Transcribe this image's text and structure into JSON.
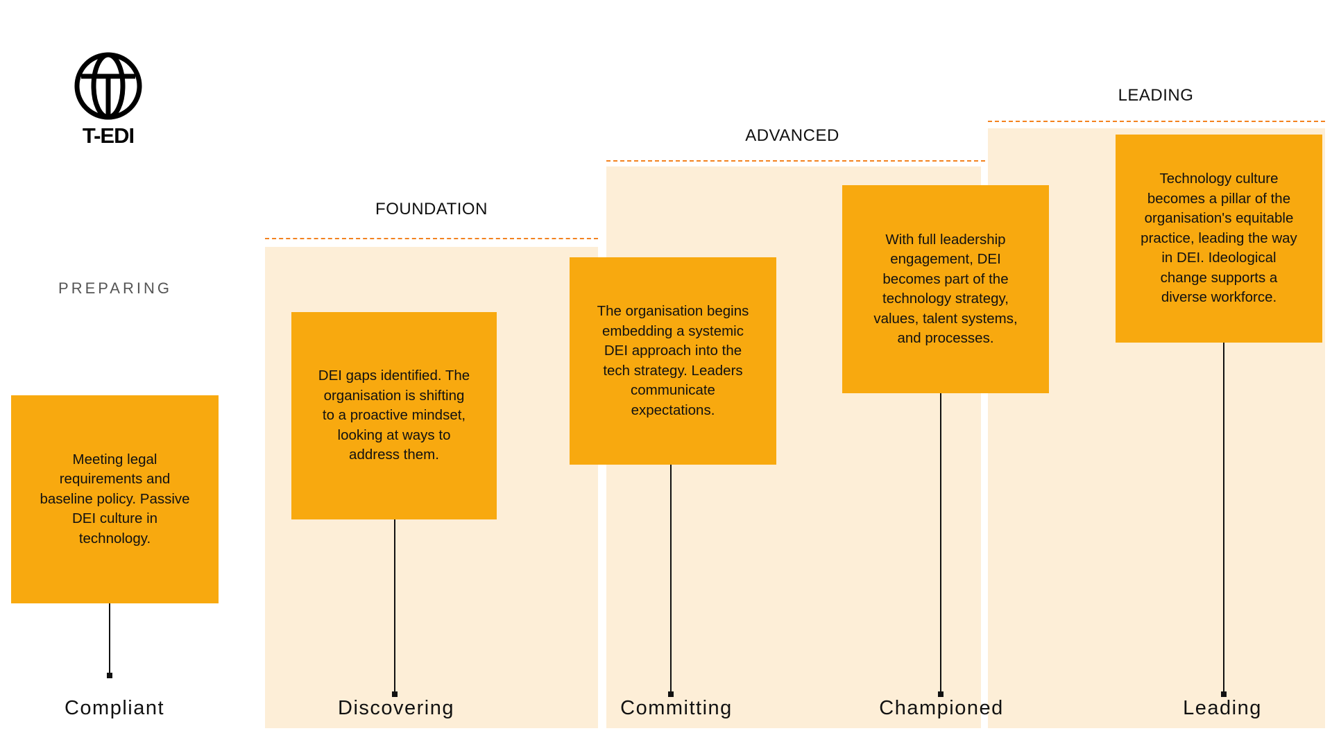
{
  "logo": {
    "text": "T-EDI",
    "icon": "globe-icon"
  },
  "colors": {
    "box": "#F8A90F",
    "phase_bg": "#FDEED7",
    "dash": "#F3821F"
  },
  "phases": {
    "preparing": "PREPARING",
    "foundation": "FOUNDATION",
    "advanced": "ADVANCED",
    "leading": "LEADING"
  },
  "stages": [
    {
      "name": "Compliant",
      "description": "Meeting legal requirements and baseline policy. Passive DEI culture in technology."
    },
    {
      "name": "Discovering",
      "description": "DEI gaps identified. The organisation is shifting to a proactive mindset, looking at ways to address them."
    },
    {
      "name": "Committing",
      "description": "The organisation begins embedding a systemic DEI approach into the tech strategy. Leaders communicate expectations."
    },
    {
      "name": "Championed",
      "description": "With full leadership engagement, DEI becomes part of the technology strategy, values, talent systems, and processes."
    },
    {
      "name": "Leading",
      "description": "Technology culture becomes a pillar of the organisation's equitable practice, leading the way in DEI. Ideological change supports a diverse workforce."
    }
  ]
}
